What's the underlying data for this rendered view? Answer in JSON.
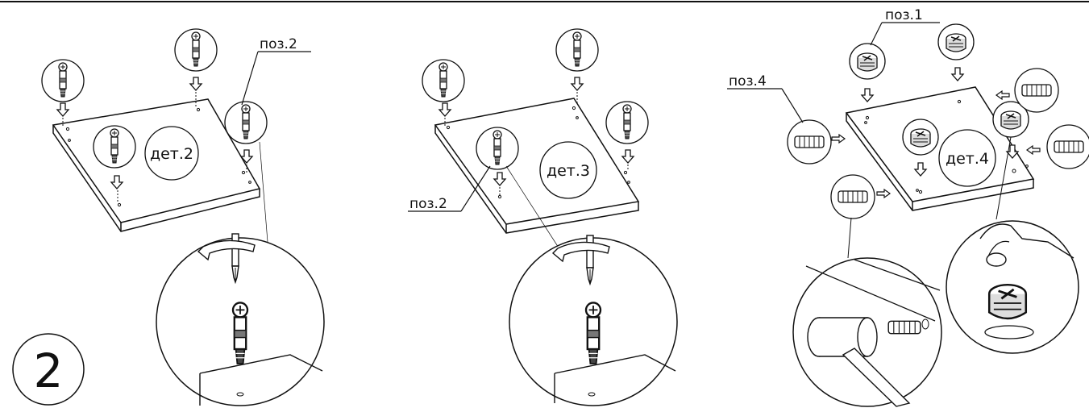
{
  "step": "2",
  "panels": [
    {
      "part_label": "дет.2",
      "pos_label": "поз.2"
    },
    {
      "part_label": "дет.3",
      "pos_label": "поз.2"
    },
    {
      "part_label": "дет.4",
      "pos_label_top": "поз.1",
      "pos_label_left": "поз.4"
    }
  ]
}
